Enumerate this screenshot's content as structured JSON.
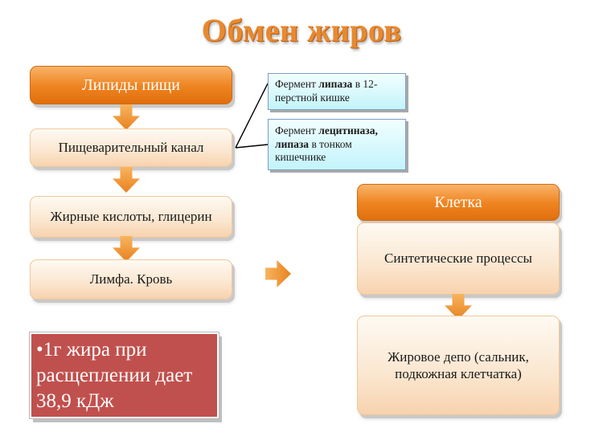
{
  "title": "Обмен жиров",
  "left_chain": {
    "box1": "Липиды пищи",
    "box2": "Пищеварительный канал",
    "box3": "Жирные кислоты, глицерин",
    "box4": "Лимфа. Кровь"
  },
  "enzymes": {
    "e1_pre": "Фермент ",
    "e1_bold": "липаза",
    "e1_post": " в 12-перстной кишке",
    "e2_pre": "Фермент ",
    "e2_bold": "лецитиназа, липаза",
    "e2_post": " в тонком кишечнике"
  },
  "cell": {
    "header": "Клетка",
    "box1": "Синтетические процессы",
    "box2": "Жировое депо (сальник, подкожная клетчатка)"
  },
  "note": "•1г жира при расщеплении дает 38,9 кДж",
  "colors": {
    "accent_orange": "#ef8623",
    "title_orange": "#e8892f",
    "note_red": "#c0504d",
    "enzyme_blue": "#c3f3fb"
  }
}
